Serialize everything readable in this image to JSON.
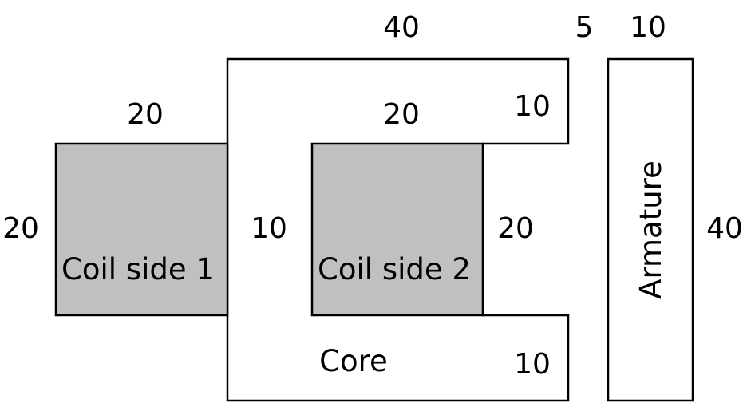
{
  "labels": {
    "coil_side_1": "Coil side 1",
    "coil_side_2": "Coil side 2",
    "core": "Core",
    "armature": "Armature"
  },
  "dimensions": {
    "core_width_top": "40",
    "gap": "5",
    "armature_width": "10",
    "coil1_width": "20",
    "coil1_height": "20",
    "slot_width": "20",
    "top_flange": "10",
    "center_leg": "10",
    "slot_height": "20",
    "bottom_flange": "10",
    "armature_height": "40"
  },
  "colors": {
    "coil_fill": "#c0c0c0",
    "outline": "#000000",
    "background": "#ffffff"
  }
}
